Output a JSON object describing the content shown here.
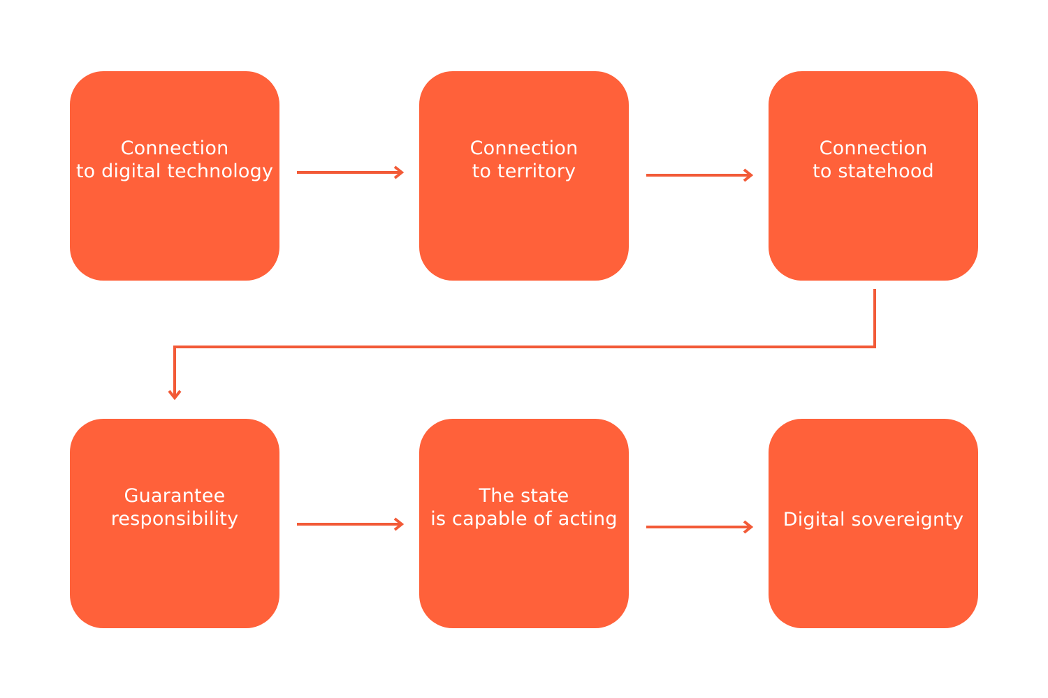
{
  "colors": {
    "node_fill": "#FF613A",
    "text": "#FFFFFF",
    "connector": "#F25A37",
    "background": "#FFFFFF"
  },
  "nodes": [
    {
      "id": "n1",
      "label": "Connection\nto digital technology"
    },
    {
      "id": "n2",
      "label": "Connection\nto territory"
    },
    {
      "id": "n3",
      "label": "Connection\nto statehood"
    },
    {
      "id": "n4",
      "label": "Guarantee\nresponsibility"
    },
    {
      "id": "n5",
      "label": "The state\nis capable of acting"
    },
    {
      "id": "n6",
      "label": "Digital sovereignty"
    }
  ],
  "edges": [
    {
      "from": "n1",
      "to": "n2"
    },
    {
      "from": "n2",
      "to": "n3"
    },
    {
      "from": "n3",
      "to": "n4"
    },
    {
      "from": "n4",
      "to": "n5"
    },
    {
      "from": "n5",
      "to": "n6"
    }
  ]
}
